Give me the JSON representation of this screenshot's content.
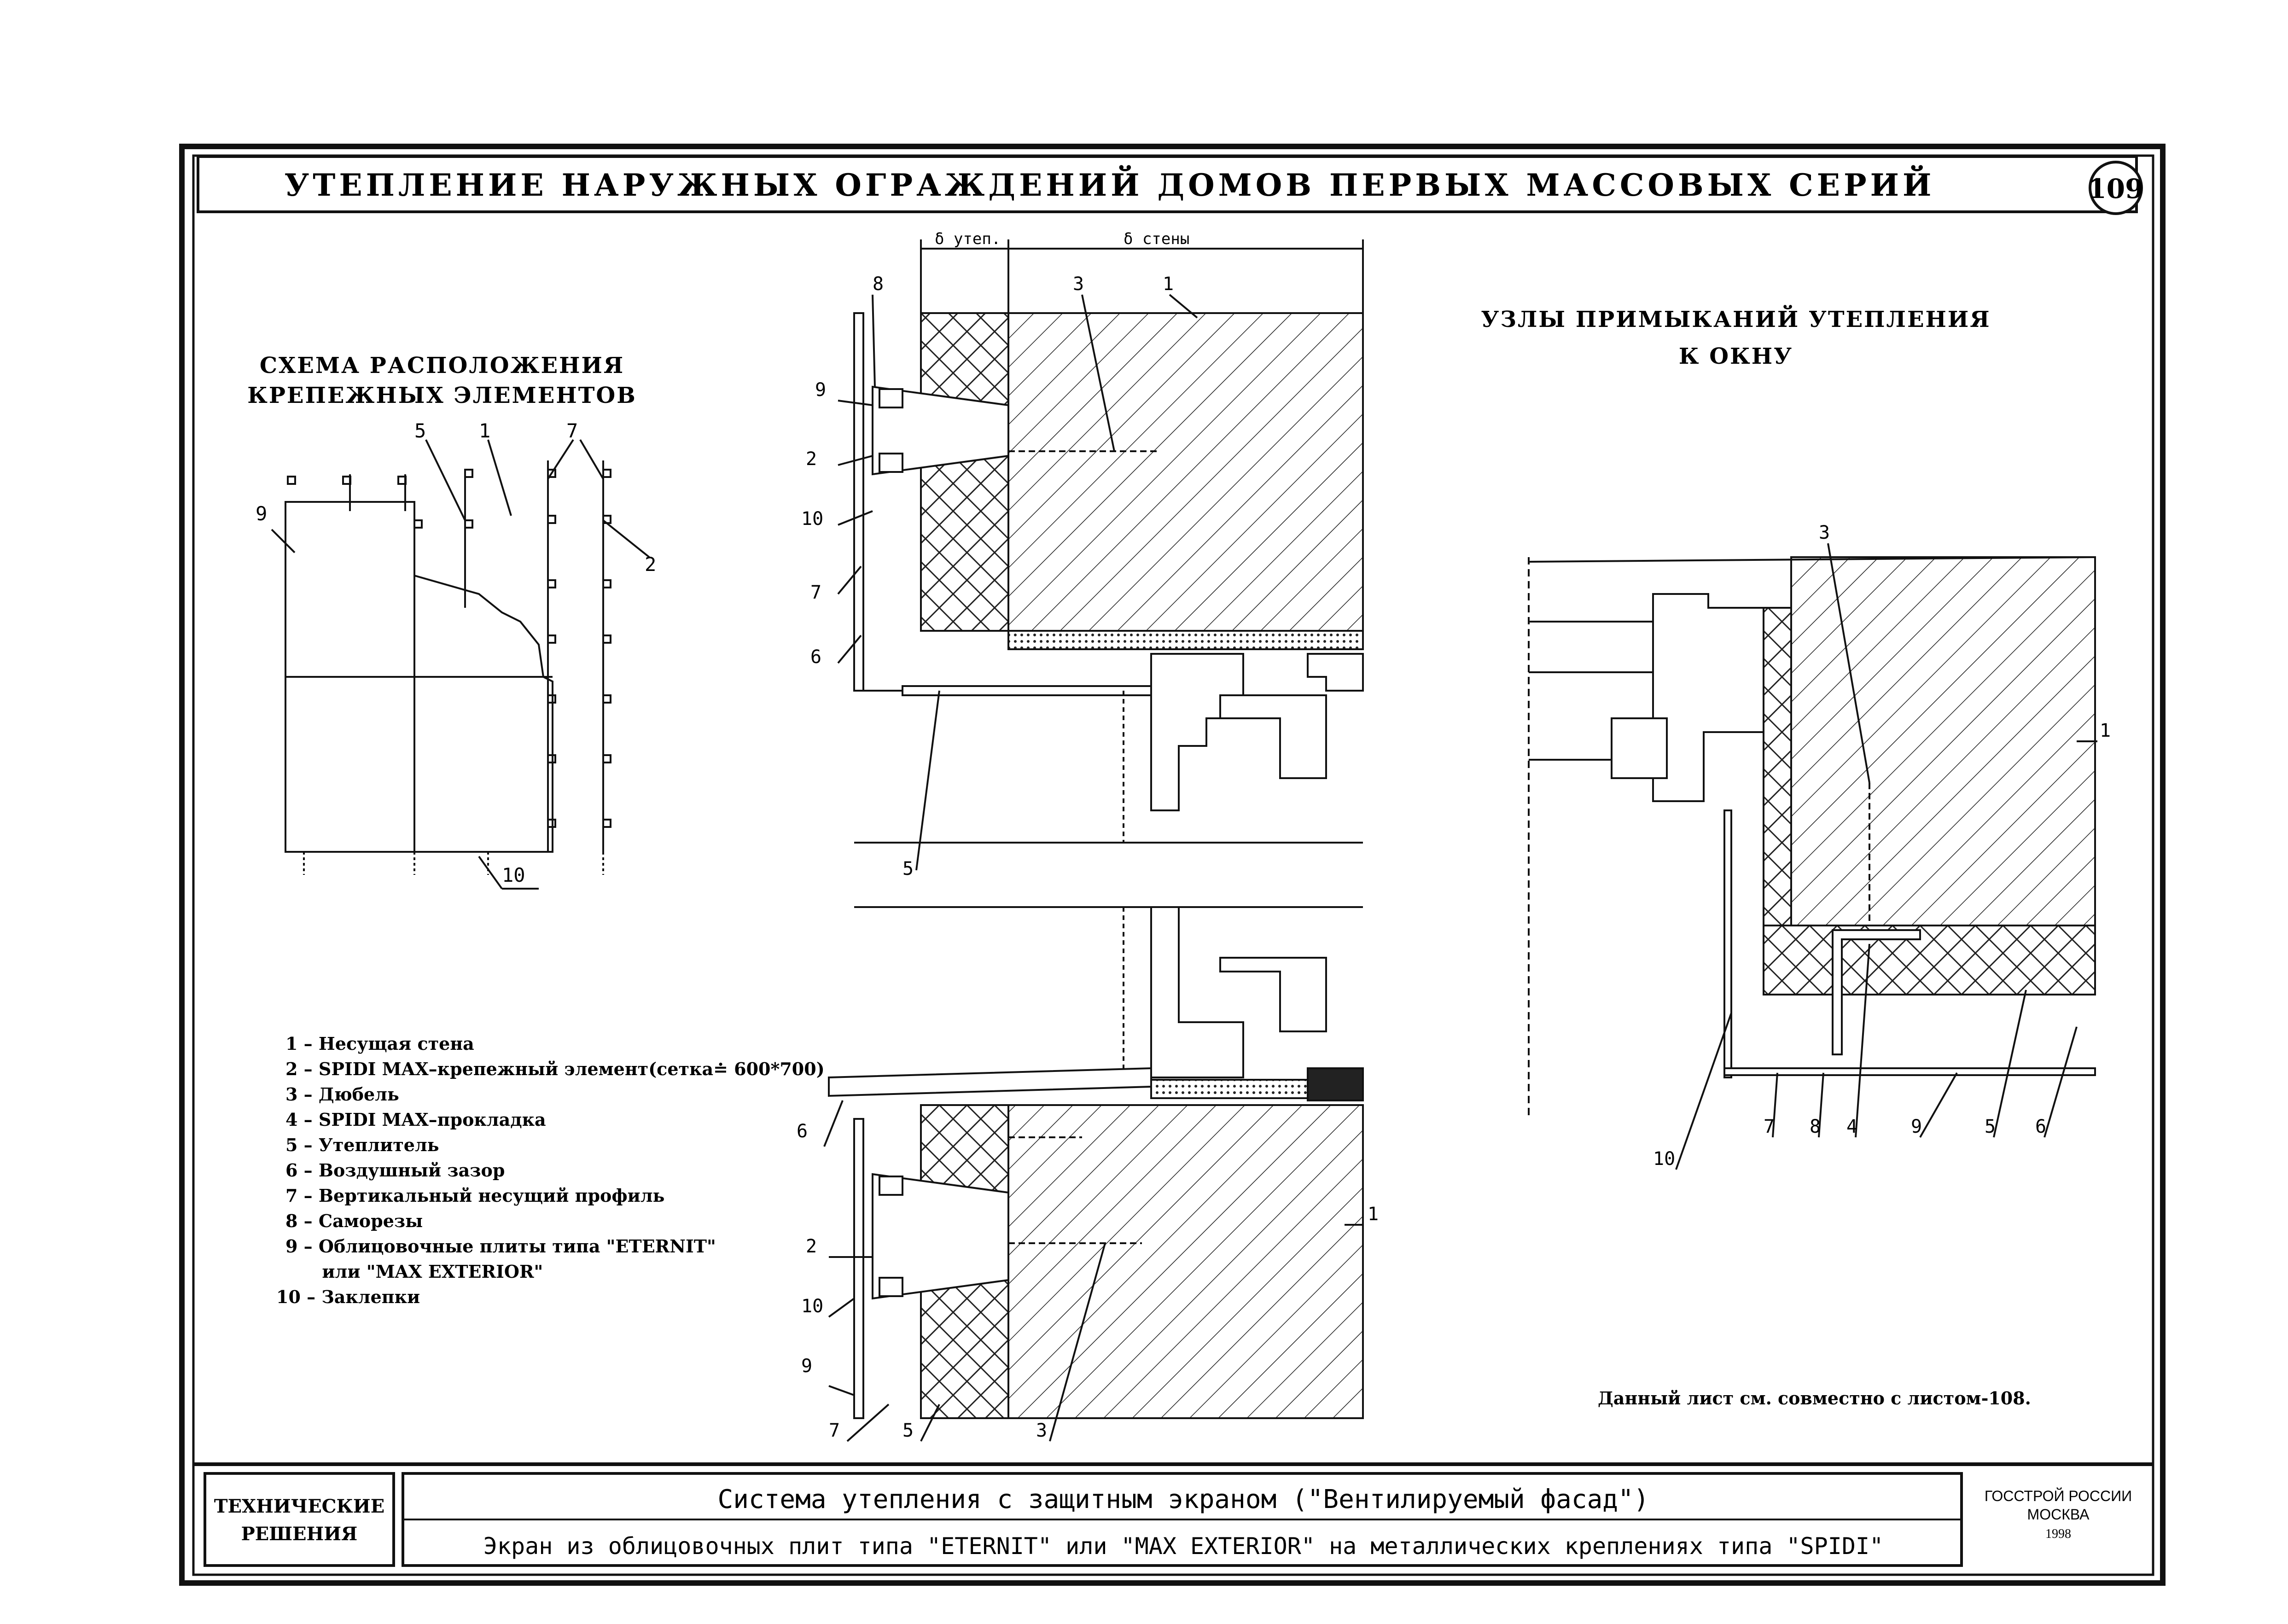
{
  "sheet": {
    "title": "УТЕПЛЕНИЕ НАРУЖНЫХ ОГРАЖДЕНИЙ ДОМОВ ПЕРВЫХ МАССОВЫХ СЕРИЙ",
    "page_number": "109",
    "left_section_title": [
      "СХЕМА РАСПОЛОЖЕНИЯ",
      "КРЕПЕЖНЫХ ЭЛЕМЕНТОВ"
    ],
    "right_section_title": [
      "УЗЛЫ ПРИМЫКАНИЙ УТЕПЛЕНИЯ",
      "К ОКНУ"
    ],
    "dim_insulation": "δ утеп.",
    "dim_wall": "δ стены",
    "note": "Данный лист см. совместно с листом-108."
  },
  "legend": [
    "1 – Несущая стена",
    "2 – SPIDI MAX–крепежный элемент(сетка≐ 600*700)",
    "3 – Дюбель",
    "4 – SPIDI MAX–прокладка",
    "5 – Утеплитель",
    "6 – Воздушный зазор",
    "7 – Вертикальный несущий профиль",
    "8 – Саморезы",
    "9 – Облицовочные плиты типа \"ETERNIT\"",
    "      или \"MAX EXTERIOR\"",
    "10 – Заклепки"
  ],
  "callouts": {
    "scheme": [
      "5",
      "1",
      "7",
      "9",
      "2",
      "10"
    ],
    "top_section": [
      "8",
      "3",
      "1",
      "9",
      "2",
      "10",
      "7",
      "6",
      "5"
    ],
    "bottom_section": [
      "6",
      "1",
      "2",
      "10",
      "9",
      "7",
      "5",
      "3"
    ],
    "window_node": [
      "3",
      "1",
      "10",
      "7",
      "8",
      "4",
      "9",
      "5",
      "6"
    ]
  },
  "title_block": {
    "left_box": [
      "ТЕХНИЧЕСКИЕ",
      "РЕШЕНИЯ"
    ],
    "line1": "Система утепления с защитным экраном (\"Вентилируемый фасад\")",
    "line2": "Экран из облицовочных плит типа \"ETERNIT\" или \"MAX EXTERIOR\" на металлических креплениях типа \"SPIDI\"",
    "right_box": [
      "ГОССТРОЙ РОССИИ",
      "МОСКВА",
      "1998"
    ]
  }
}
